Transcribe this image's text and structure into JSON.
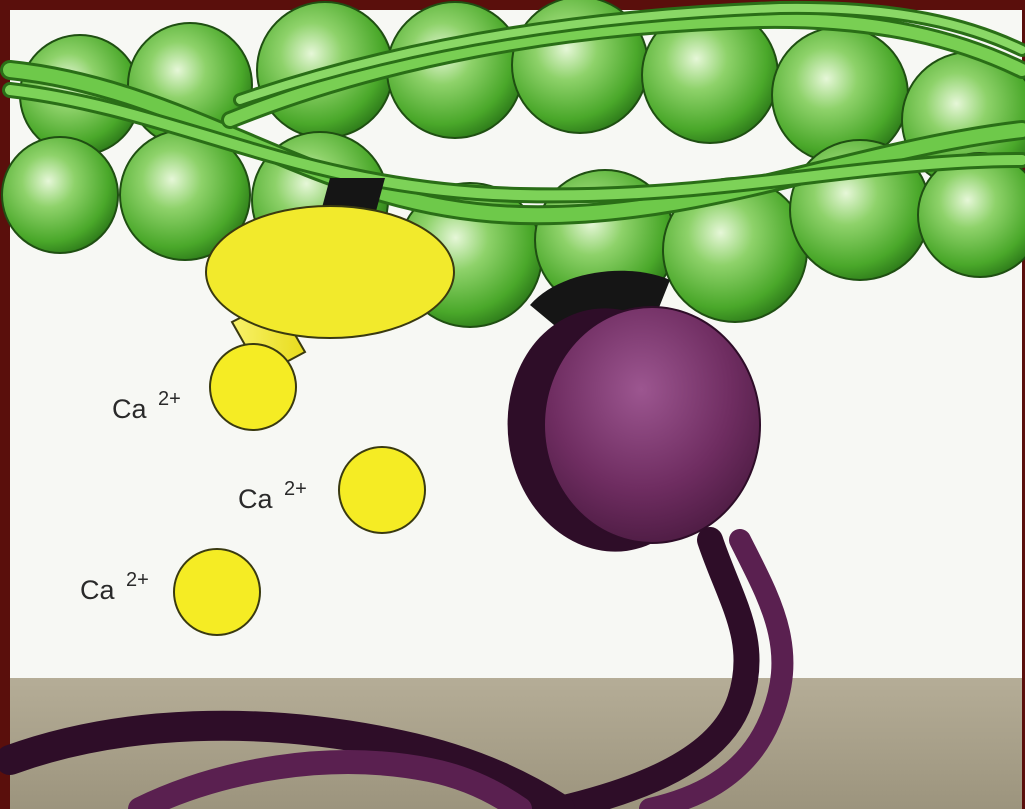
{
  "colors": {
    "frame": "#5a0f0c",
    "background": "#f7f8f4",
    "actin_green": "#5fbf3a",
    "actin_dark": "#2e7a1a",
    "troponin_yellow": "#f2ea2c",
    "myosin_purple": "#6e2a5e",
    "myosin_dark": "#2e0d28",
    "thick_filament_band": "#a8a08a"
  },
  "icons": {
    "actin": "green-actin-sphere-icon",
    "troponin": "yellow-troponin-ellipse-icon",
    "calcium": "yellow-calcium-ion-icon",
    "myosin": "purple-myosin-head-icon"
  },
  "ions": [
    {
      "base": "Ca",
      "charge": "2+"
    },
    {
      "base": "Ca",
      "charge": "2+"
    },
    {
      "base": "Ca",
      "charge": "2+"
    }
  ]
}
